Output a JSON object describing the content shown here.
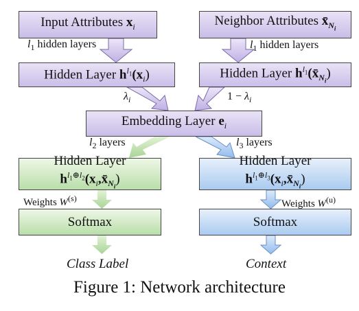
{
  "input_box": {
    "text": "Input Attributes",
    "var": "x",
    "var_sub": "i"
  },
  "neighbor_box": {
    "text": "Neighbor Attributes",
    "var": "x̄",
    "var_sub": "N",
    "var_sub_sub": "i"
  },
  "hidden_left": {
    "text": "Hidden Layer",
    "h": "h",
    "h_sup": "l",
    "h_sup_sub": "1",
    "arg": "(x",
    "arg_sub": "i",
    "arg_close": ")"
  },
  "hidden_right": {
    "text": "Hidden Layer",
    "h": "h",
    "h_sup": "l",
    "h_sup_sub": "1",
    "arg": "(x̄",
    "arg_sub": "N",
    "arg_sub_sub": "i",
    "arg_close": ")"
  },
  "embedding": {
    "text": "Embedding Layer",
    "var": "e",
    "var_sub": "i"
  },
  "hidden_green": {
    "line1": "Hidden Layer",
    "h": "h",
    "sup_a": "l",
    "sup_a_sub": "1",
    "oplus": "⊕",
    "sup_b": "l",
    "sup_b_sub": "2",
    "arg": "(x",
    "arg_sub": "i",
    "arg_mid": ",x̄",
    "arg_sub2": "N",
    "arg_sub2_sub": "i",
    "arg_close": ")"
  },
  "hidden_blue": {
    "line1": "Hidden Layer",
    "h": "h",
    "sup_a": "l",
    "sup_a_sub": "1",
    "oplus": "⊕",
    "sup_b": "l",
    "sup_b_sub": "3",
    "arg": "(x",
    "arg_sub": "i",
    "arg_mid": ",x̄",
    "arg_sub2": "N",
    "arg_sub2_sub": "i",
    "arg_close": ")"
  },
  "softmax_left": "Softmax",
  "softmax_right": "Softmax",
  "labels": {
    "l1_left": {
      "var": "l",
      "sub": "1",
      "rest": " hidden layers"
    },
    "l1_right": {
      "var": "l",
      "sub": "1",
      "rest": " hidden layers"
    },
    "lambda_left": {
      "var": "λ",
      "sub": "i"
    },
    "lambda_right": {
      "pre": "1 − ",
      "var": "λ",
      "sub": "i"
    },
    "l2": {
      "var": "l",
      "sub": "2",
      "rest": " layers"
    },
    "l3": {
      "var": "l",
      "sub": "3",
      "rest": " layers"
    },
    "weights_left": {
      "text": "Weights ",
      "var": "W",
      "sup": "(s)"
    },
    "weights_right": {
      "text": "Weights ",
      "var": "W",
      "sup": "(u)"
    }
  },
  "outputs": {
    "left": "Class Label",
    "right": "Context"
  },
  "caption": "Figure 1:  Network architecture",
  "colors": {
    "purple": "#c9bde8",
    "green": "#b9deaa",
    "blue": "#aacbf0",
    "border": "#444444"
  }
}
